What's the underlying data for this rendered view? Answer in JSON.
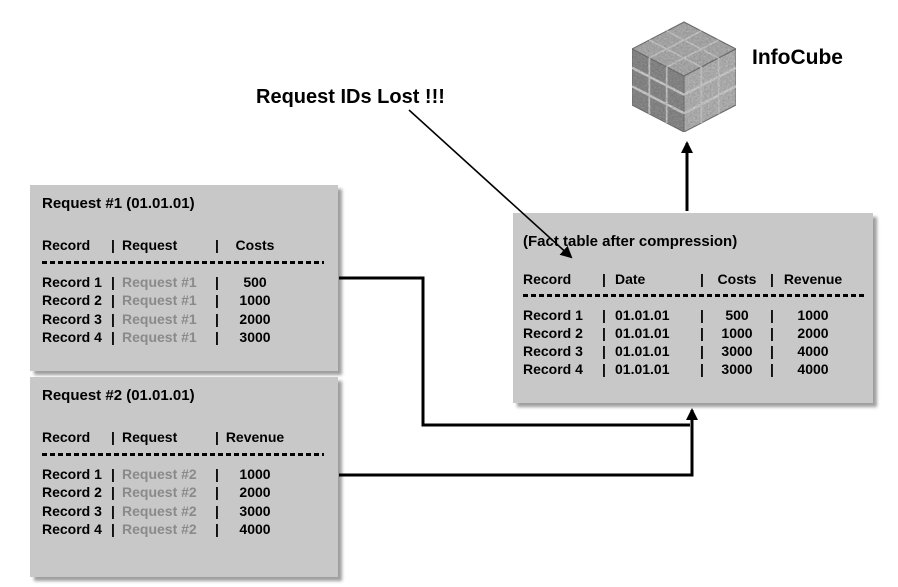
{
  "sep": "|",
  "annotation": {
    "label": "Request IDs Lost !!!"
  },
  "infocube": {
    "label": "InfoCube"
  },
  "request1": {
    "title": "Request #1 (01.01.01)",
    "headers": [
      "Record",
      "Request",
      "Costs"
    ],
    "rows": [
      {
        "record": "Record 1",
        "request": "Request #1",
        "value": "500"
      },
      {
        "record": "Record 2",
        "request": "Request #1",
        "value": "1000"
      },
      {
        "record": "Record 3",
        "request": "Request #1",
        "value": "2000"
      },
      {
        "record": "Record 4",
        "request": "Request #1",
        "value": "3000"
      }
    ]
  },
  "request2": {
    "title": "Request #2 (01.01.01)",
    "headers": [
      "Record",
      "Request",
      "Revenue"
    ],
    "rows": [
      {
        "record": "Record 1",
        "request": "Request #2",
        "value": "1000"
      },
      {
        "record": "Record 2",
        "request": "Request #2",
        "value": "2000"
      },
      {
        "record": "Record 3",
        "request": "Request #2",
        "value": "3000"
      },
      {
        "record": "Record 4",
        "request": "Request #2",
        "value": "4000"
      }
    ]
  },
  "fact_table": {
    "title": "(Fact table after compression)",
    "headers": [
      "Record",
      "Date",
      "Costs",
      "Revenue"
    ],
    "rows": [
      {
        "record": "Record 1",
        "date": "01.01.01",
        "costs": "500",
        "revenue": "1000"
      },
      {
        "record": "Record 2",
        "date": "01.01.01",
        "costs": "1000",
        "revenue": "2000"
      },
      {
        "record": "Record 3",
        "date": "01.01.01",
        "costs": "3000",
        "revenue": "4000"
      },
      {
        "record": "Record 4",
        "date": "01.01.01",
        "costs": "3000",
        "revenue": "4000"
      }
    ]
  },
  "colors": {
    "box_fill": "#c8c8c8",
    "muted_text": "#8a8a8a",
    "line": "#000000"
  }
}
